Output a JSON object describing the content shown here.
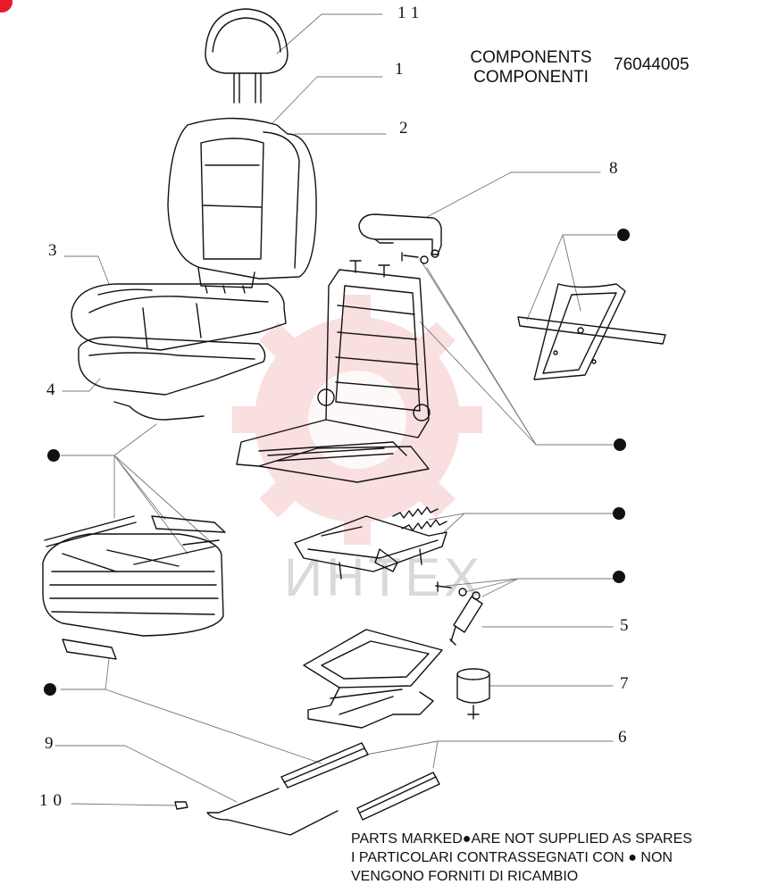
{
  "header": {
    "title_line1": "COMPONENTS",
    "title_line2": "COMPONENTI",
    "part_number": "76044005"
  },
  "watermark": {
    "text": "ИНТЕХ",
    "color": "#f5c6c6"
  },
  "callouts": {
    "c11": "11",
    "c1": "1",
    "c2": "2",
    "c8": "8",
    "c3": "3",
    "c4": "4",
    "c5": "5",
    "c7": "7",
    "c9": "9",
    "c6": "6",
    "c10": "10"
  },
  "note": {
    "line1_a": "PARTS MARKED",
    "line1_b": "ARE NOT SUPPLIED AS SPARES",
    "line2_a": "I PARTICOLARI  CONTRASSEGNATI  CON",
    "line2_b": "NON",
    "line3": "VENGONO FORNITI DI RICAMBIO"
  },
  "colors": {
    "ink": "#111111",
    "leader": "#777777",
    "accent": "#e8192c"
  }
}
